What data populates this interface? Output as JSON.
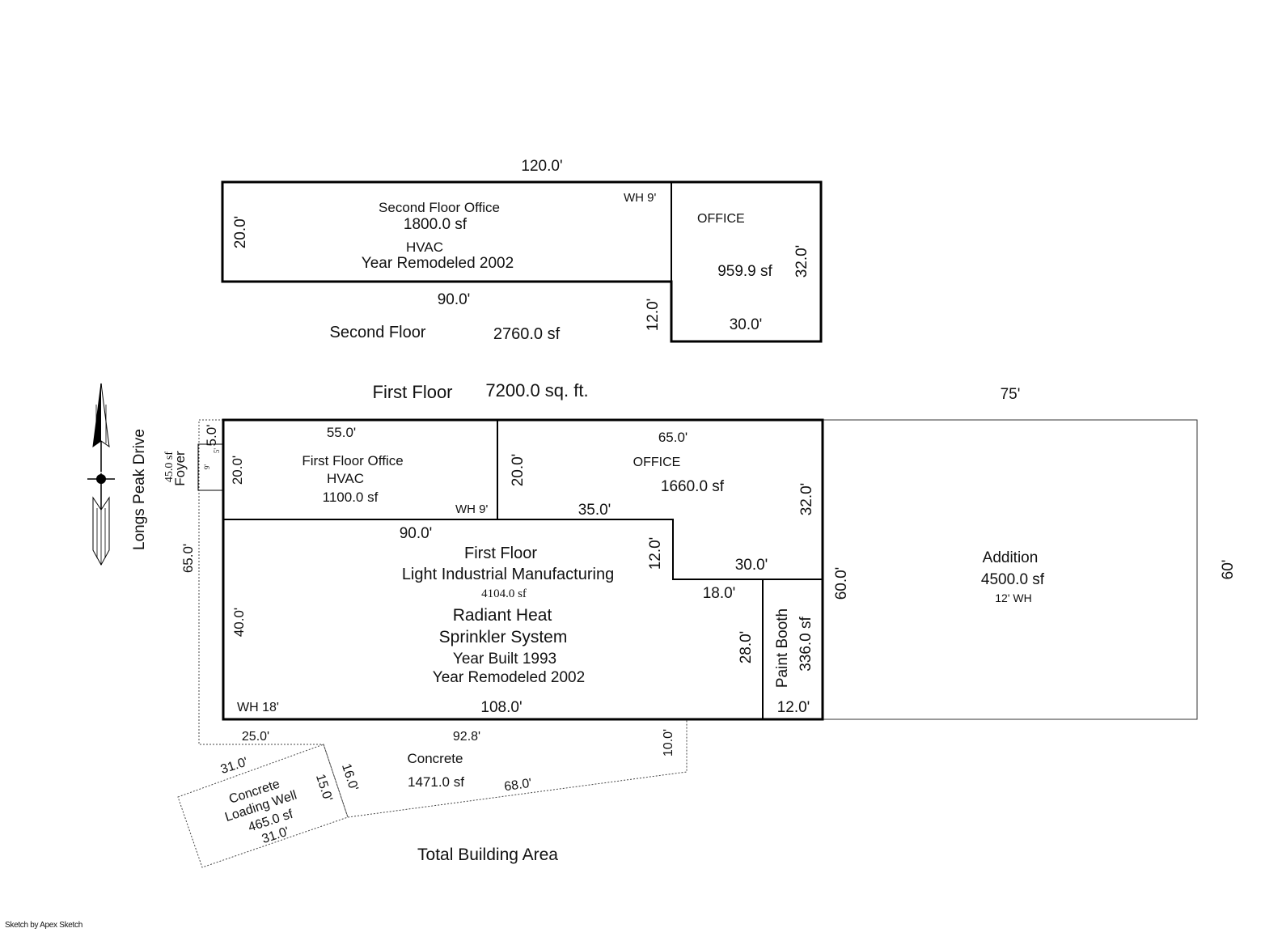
{
  "second_floor": {
    "office_area": {
      "name": "Second Floor Office",
      "area": "1800.0 sf",
      "feature": "HVAC",
      "remodeled": "Year Remodeled 2002",
      "wall_height": "WH 9'"
    },
    "office": {
      "name": "OFFICE",
      "area": "959.9 sf"
    },
    "dimensions": {
      "top": "120.0'",
      "left": "20.0'",
      "bottom": "90.0'",
      "step": "12.0'",
      "right": "32.0'",
      "office_bottom": "30.0'"
    },
    "title": "Second Floor",
    "total_area": "2760.0 sf"
  },
  "first_floor": {
    "title": "First Floor",
    "total_area": "7200.0 sq. ft.",
    "office_left": {
      "name": "First Floor Office",
      "feature": "HVAC",
      "area": "1100.0 sf",
      "wall_height": "WH 9'"
    },
    "office_right": {
      "name": "OFFICE",
      "area": "1660.0 sf"
    },
    "manufacturing": {
      "name": "First Floor",
      "use": "Light Industrial Manufacturing",
      "area": "4104.0 sf",
      "heat": "Radiant Heat",
      "sprinkler": "Sprinkler System",
      "built": "Year Built 1993",
      "remodeled": "Year Remodeled 2002",
      "wall_height": "WH 18'"
    },
    "paint_booth": {
      "name": "Paint Booth",
      "area": "336.0 sf"
    },
    "foyer": {
      "name": "Foyer",
      "area": "45.0 sf",
      "dim_a": "9'",
      "dim_b": "5'"
    },
    "addition": {
      "name": "Addition",
      "area": "4500.0 sf",
      "wall_height": "12' WH",
      "width": "75'",
      "depth": "60'"
    },
    "dimensions": {
      "office_left_top": "55.0'",
      "office_left_side": "20.0'",
      "office_right_top": "65.0'",
      "office_right_side": "20.0'",
      "office_right_bottom": "35.0'",
      "east_upper": "32.0'",
      "mfg_top": "90.0'",
      "step": "12.0'",
      "step_run": "30.0'",
      "booth_top": "18.0'",
      "booth_side": "28.0'",
      "booth_bottom": "12.0'",
      "mfg_left": "40.0'",
      "mfg_bottom": "108.0'",
      "east_full": "60.0'",
      "foyer_top": "5.0'",
      "west_outer": "65.0'"
    }
  },
  "concrete": {
    "name": "Concrete",
    "area": "1471.0 sf",
    "dim_left": "25.0'",
    "dim_top": "92.8'",
    "dim_right": "10.0'",
    "dim_bottom": "68.0'",
    "dim_side": "16.0'"
  },
  "loading_well": {
    "name_line1": "Concrete",
    "name_line2": "Loading Well",
    "area": "465.0 sf",
    "dim_top": "31.0'",
    "dim_bottom": "31.0'",
    "dim_side": "15.0'"
  },
  "street": "Longs Peak Drive",
  "total_label": "Total Building Area",
  "footer": "Sketch by Apex Sketch",
  "icons": [
    "north-arrow-icon"
  ]
}
